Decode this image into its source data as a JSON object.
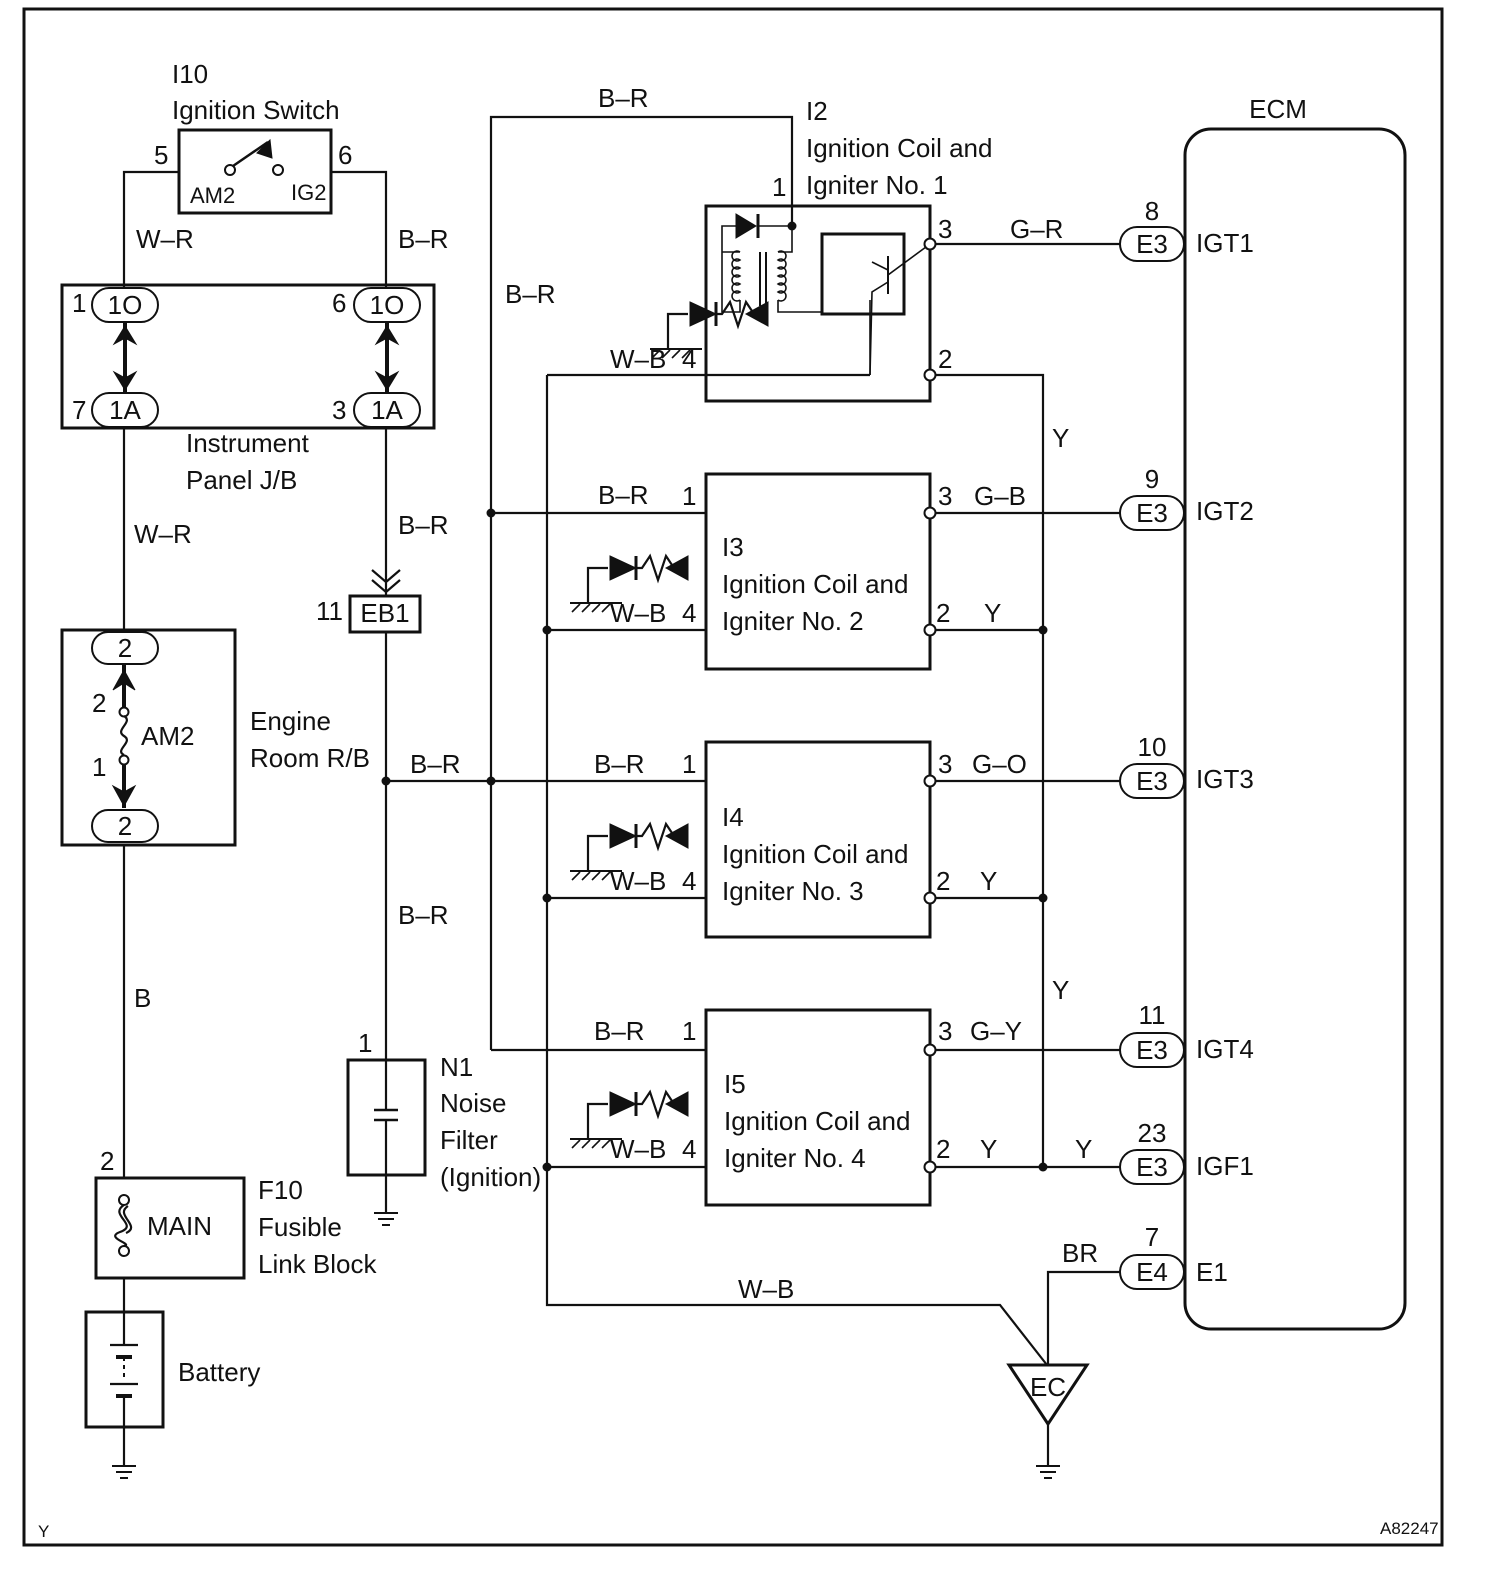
{
  "footer": {
    "left_code": "Y",
    "right_code": "A82247"
  },
  "ignition_switch": {
    "id": "I10",
    "name": "Ignition Switch",
    "pin_left": "5",
    "pin_right": "6",
    "term_left": "AM2",
    "term_right": "IG2"
  },
  "instrument_panel_jb": {
    "name_line1": "Instrument",
    "name_line2": "Panel J/B",
    "top_left_pin": "1",
    "top_left_conn": "1O",
    "top_right_pin": "6",
    "top_right_conn": "1O",
    "bottom_left_pin": "7",
    "bottom_left_conn": "1A",
    "bottom_right_pin": "3",
    "bottom_right_conn": "1A"
  },
  "engine_room_rb": {
    "name_line1": "Engine",
    "name_line2": "Room R/B",
    "conn_top": "2",
    "conn_bottom": "2",
    "fuse": "AM2",
    "fuse_pin_top": "2",
    "fuse_pin_bottom": "1"
  },
  "junction_eb1": {
    "pin": "11",
    "label": "EB1"
  },
  "noise_filter": {
    "id": "N1",
    "line1": "Noise",
    "line2": "Filter",
    "line3": "(Ignition)",
    "pin": "1"
  },
  "fusible_link": {
    "id": "F10",
    "line1": "Fusible",
    "line2": "Link Block",
    "fuse": "MAIN",
    "pin": "2"
  },
  "battery": {
    "label": "Battery"
  },
  "ground_point": {
    "label": "EC"
  },
  "wires": {
    "w_r": "W–R",
    "b_r": "B–R",
    "b": "B",
    "w_b": "W–B",
    "y": "Y",
    "br": "BR",
    "g_r": "G–R",
    "g_b": "G–B",
    "g_o": "G–O",
    "g_y": "G–Y"
  },
  "coils": [
    {
      "id": "I2",
      "line1": "Ignition Coil and",
      "line2": "Igniter No. 1",
      "pin1": "1",
      "pin2": "2",
      "pin3": "3",
      "pin4": "4"
    },
    {
      "id": "I3",
      "line1": "Ignition Coil and",
      "line2": "Igniter No. 2",
      "pin1": "1",
      "pin2": "2",
      "pin3": "3",
      "pin4": "4"
    },
    {
      "id": "I4",
      "line1": "Ignition Coil and",
      "line2": "Igniter No. 3",
      "pin1": "1",
      "pin2": "2",
      "pin3": "3",
      "pin4": "4"
    },
    {
      "id": "I5",
      "line1": "Ignition Coil and",
      "line2": "Igniter No. 4",
      "pin1": "1",
      "pin2": "2",
      "pin3": "3",
      "pin4": "4"
    }
  ],
  "ecm": {
    "title": "ECM",
    "terminals": [
      {
        "pin": "8",
        "conn": "E3",
        "signal": "IGT1"
      },
      {
        "pin": "9",
        "conn": "E3",
        "signal": "IGT2"
      },
      {
        "pin": "10",
        "conn": "E3",
        "signal": "IGT3"
      },
      {
        "pin": "11",
        "conn": "E3",
        "signal": "IGT4"
      },
      {
        "pin": "23",
        "conn": "E3",
        "signal": "IGF1"
      },
      {
        "pin": "7",
        "conn": "E4",
        "signal": "E1"
      }
    ]
  }
}
